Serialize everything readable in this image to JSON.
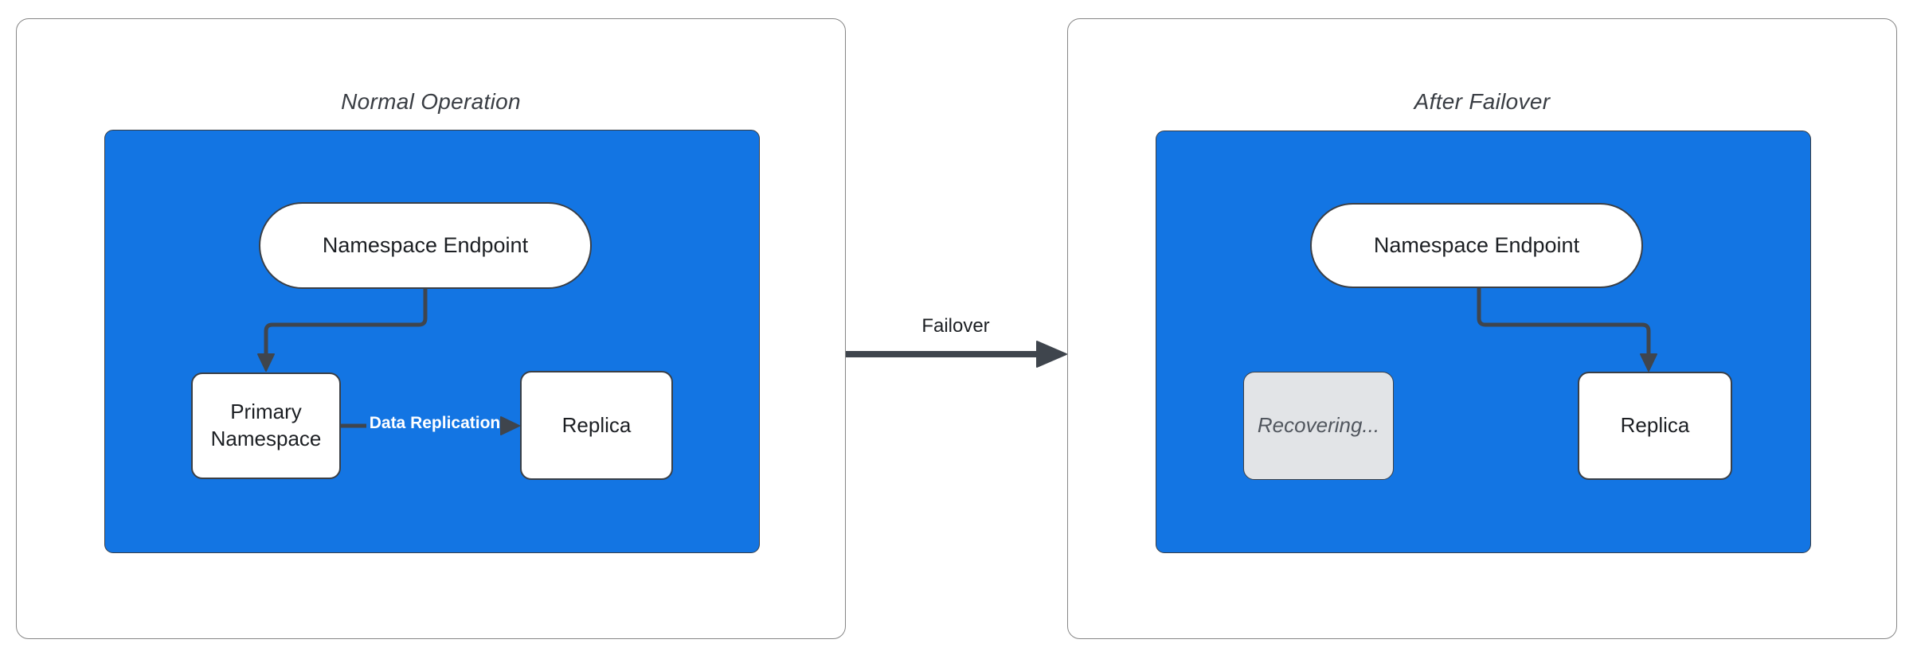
{
  "diagram_type": "failover-architecture-diagram",
  "colors": {
    "panel_border": "#868686",
    "blue_fill": "#1375e3",
    "blue_border": "#383d44",
    "node_border": "#3a3f46",
    "connector": "#3f454d",
    "text_dark": "#1c1f23",
    "title_color": "#3a3e44",
    "recovering_fill": "#e2e4e7",
    "recovering_text": "#51565e",
    "label_on_blue": "#ffffff",
    "canvas_bg": "#ffffff"
  },
  "panels": {
    "normal": {
      "title": "Normal Operation",
      "endpoint": "Namespace Endpoint",
      "primary": "Primary Namespace",
      "replica": "Replica",
      "replication_label": "Data Replication"
    },
    "after": {
      "title": "After Failover",
      "endpoint": "Namespace Endpoint",
      "recovering": "Recovering...",
      "replica": "Replica"
    }
  },
  "transition": {
    "label": "Failover"
  }
}
